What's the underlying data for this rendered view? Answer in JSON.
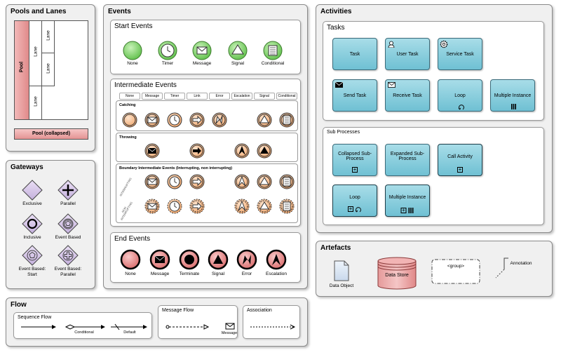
{
  "pools_lanes": {
    "title": "Pools and Lanes",
    "pool": "Pool",
    "lane": "Lane",
    "collapsed": "Pool (collapsed)"
  },
  "gateways": {
    "title": "Gateways",
    "items": [
      "Exclusive",
      "Parallel",
      "Inclusive",
      "Event Based",
      "Event Based: Start",
      "Event Based: Parallel"
    ]
  },
  "events": {
    "title": "Events",
    "start": {
      "title": "Start Events",
      "items": [
        "None",
        "Timer",
        "Message",
        "Signal",
        "Conditional"
      ]
    },
    "intermediate": {
      "title": "Intermediate Events",
      "columns": [
        "None",
        "Message",
        "Timer",
        "Link",
        "Error",
        "Escalation",
        "Signal",
        "Conditional"
      ],
      "catching": "Catching",
      "throwing": "Throwing",
      "boundary": "Boundary Intermediate Events (Interrupting, non interrupting)",
      "interrupting": "INTERRUPTING",
      "non_interrupting": "NON INTERRUPTING"
    },
    "end": {
      "title": "End Events",
      "items": [
        "None",
        "Message",
        "Terminate",
        "Signal",
        "Error",
        "Escalation"
      ]
    }
  },
  "activities": {
    "title": "Activities",
    "tasks_title": "Tasks",
    "tasks": [
      "Task",
      "User Task",
      "Service Task",
      "Send Task",
      "Receive Task",
      "Loop",
      "Multiple Instance"
    ],
    "sub_title": "Sub Processes",
    "subs": [
      "Collapsed Sub-Process",
      "Expanded Sub-Process",
      "Call Activity",
      "Loop",
      "Multiple Instance"
    ]
  },
  "artefacts": {
    "title": "Artefacts",
    "data_object": "Data Object",
    "data_store": "Data Store",
    "group": "<group>",
    "annotation": "Annotation"
  },
  "flow": {
    "title": "Flow",
    "sequence": "Sequence Flow",
    "conditional": "Conditional",
    "default": "Default",
    "message": "Message Flow",
    "message_lbl": "Message",
    "association": "Association"
  },
  "colors": {
    "event_green": "#7ed36a",
    "task_blue": "#8fd0df",
    "pool_red": "#e49393",
    "gateway_purple": "#d8c8ea",
    "orange_event": "#f5c49a"
  }
}
